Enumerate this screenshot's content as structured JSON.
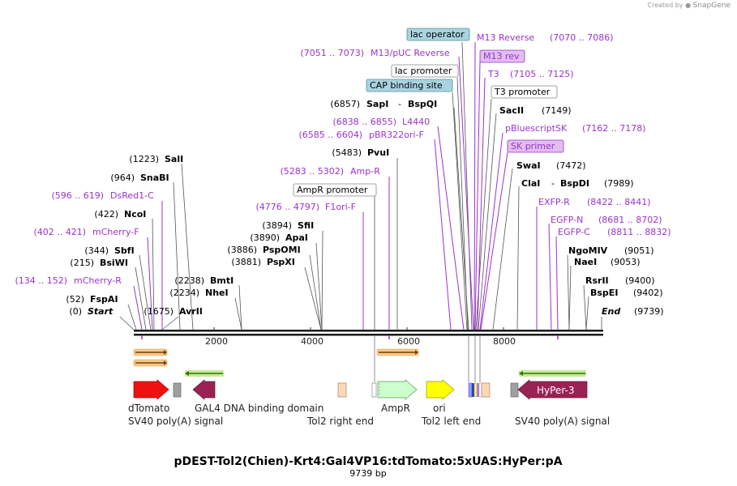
{
  "credit": {
    "created_by": "Created by",
    "brand": "SnapGene"
  },
  "title": "pDEST-Tol2(Chien)-Krt4:Gal4VP16:tdTomato:5xUAS:HyPer:pA",
  "subtitle": "9739 bp",
  "axis": {
    "length": 9739,
    "ticks": [
      "2000",
      "4000",
      "6000",
      "8000"
    ],
    "start_label": "Start",
    "start_pos": "(0)",
    "end_label": "End",
    "end_pos": "(9739)"
  },
  "colors": {
    "enzyme": "#000000",
    "primer": "#9a33cc",
    "feature_fill": "#a8d4e0",
    "primer_fill": "#e2bdf0",
    "backbone": "#1a1a1a"
  },
  "left_labels": [
    {
      "pos": "(1223)",
      "name": "SalI",
      "kind": "enzyme"
    },
    {
      "pos": "(964)",
      "name": "SnaBI",
      "kind": "enzyme"
    },
    {
      "pos": "(596 .. 619)",
      "name": "DsRed1-C",
      "kind": "primer"
    },
    {
      "pos": "(422)",
      "name": "NcoI",
      "kind": "enzyme"
    },
    {
      "pos": "(402 .. 421)",
      "name": "mCherry-F",
      "kind": "primer"
    },
    {
      "pos": "(344)",
      "name": "SbfI",
      "kind": "enzyme"
    },
    {
      "pos": "(215)",
      "name": "BsiWI",
      "kind": "enzyme"
    },
    {
      "pos": "(134 .. 152)",
      "name": "mCherry-R",
      "kind": "primer"
    },
    {
      "pos": "(52)",
      "name": "FspAI",
      "kind": "enzyme"
    },
    {
      "pos": "(2238)",
      "name": "BmtI",
      "kind": "enzyme"
    },
    {
      "pos": "(2234)",
      "name": "NheI",
      "kind": "enzyme"
    },
    {
      "pos": "(1675)",
      "name": "AvrII",
      "kind": "enzyme"
    }
  ],
  "mid_labels": [
    {
      "pos": "(5483)",
      "name": "PvuI",
      "kind": "enzyme"
    },
    {
      "pos": "(5283 .. 5302)",
      "name": "Amp-R",
      "kind": "primer"
    },
    {
      "pos": "",
      "name": "AmpR promoter",
      "kind": "feature"
    },
    {
      "pos": "(4776 .. 4797)",
      "name": "F1ori-F",
      "kind": "primer"
    },
    {
      "pos": "(3894)",
      "name": "SfiI",
      "kind": "enzyme"
    },
    {
      "pos": "(3890)",
      "name": "ApaI",
      "kind": "enzyme"
    },
    {
      "pos": "(3886)",
      "name": "PspOMI",
      "kind": "enzyme"
    },
    {
      "pos": "(3881)",
      "name": "PspXI",
      "kind": "enzyme"
    }
  ],
  "top_left_labels": [
    {
      "pos": "",
      "name": "lac operator",
      "kind": "feature"
    },
    {
      "pos": "(7051 .. 7073)",
      "name": "M13/pUC Reverse",
      "kind": "primer"
    },
    {
      "pos": "",
      "name": "lac promoter",
      "kind": "feature"
    },
    {
      "pos": "",
      "name": "CAP binding site",
      "kind": "feature"
    },
    {
      "pos": "(6857)",
      "name": "SapI",
      "name2": "BspQI",
      "kind": "enzyme"
    },
    {
      "pos": "(6838 .. 6855)",
      "name": "L4440",
      "kind": "primer"
    },
    {
      "pos": "(6585 .. 6604)",
      "name": "pBR322ori-F",
      "kind": "primer"
    }
  ],
  "right_labels": [
    {
      "name": "M13 Reverse",
      "pos": "(7070 .. 7086)",
      "kind": "primer"
    },
    {
      "name": "M13 rev",
      "pos": "",
      "kind": "primer_box"
    },
    {
      "name": "T3",
      "pos": "(7105 .. 7125)",
      "kind": "primer"
    },
    {
      "name": "T3 promoter",
      "pos": "",
      "kind": "feature"
    },
    {
      "name": "SacII",
      "pos": "(7149)",
      "kind": "enzyme"
    },
    {
      "name": "pBluescriptSK",
      "pos": "(7162 .. 7178)",
      "kind": "primer"
    },
    {
      "name": "SK primer",
      "pos": "",
      "kind": "primer_box"
    },
    {
      "name": "SwaI",
      "pos": "(7472)",
      "kind": "enzyme"
    },
    {
      "name": "ClaI",
      "name2": "BspDI",
      "pos": "(7989)",
      "kind": "enzyme"
    },
    {
      "name": "EXFP-R",
      "pos": "(8422 .. 8441)",
      "kind": "primer"
    },
    {
      "name": "EGFP-N",
      "pos": "(8681 .. 8702)",
      "kind": "primer"
    },
    {
      "name": "EGFP-C",
      "pos": "(8811 .. 8832)",
      "kind": "primer"
    },
    {
      "name": "NgoMIV",
      "pos": "(9051)",
      "kind": "enzyme"
    },
    {
      "name": "NaeI",
      "pos": "(9053)",
      "kind": "enzyme"
    },
    {
      "name": "RsrII",
      "pos": "(9400)",
      "kind": "enzyme"
    },
    {
      "name": "BspEI",
      "pos": "(9402)",
      "kind": "enzyme"
    }
  ],
  "features": [
    {
      "name": "dTomato",
      "color": "#ee1111"
    },
    {
      "name": "SV40 poly(A) signal",
      "color": "#a0a0a0"
    },
    {
      "name": "GAL4 DNA binding domain",
      "color": "#992255"
    },
    {
      "name": "Tol2 right end",
      "color": "#fbd9b8"
    },
    {
      "name": "AmpR",
      "color": "#ccffcc"
    },
    {
      "name": "ori",
      "color": "#ffff00"
    },
    {
      "name": "Tol2 left end",
      "color": "#fbd9b8"
    },
    {
      "name": "SV40 poly(A) signal",
      "color": "#a0a0a0"
    },
    {
      "name": "HyPer-3",
      "color": "#992255"
    }
  ]
}
